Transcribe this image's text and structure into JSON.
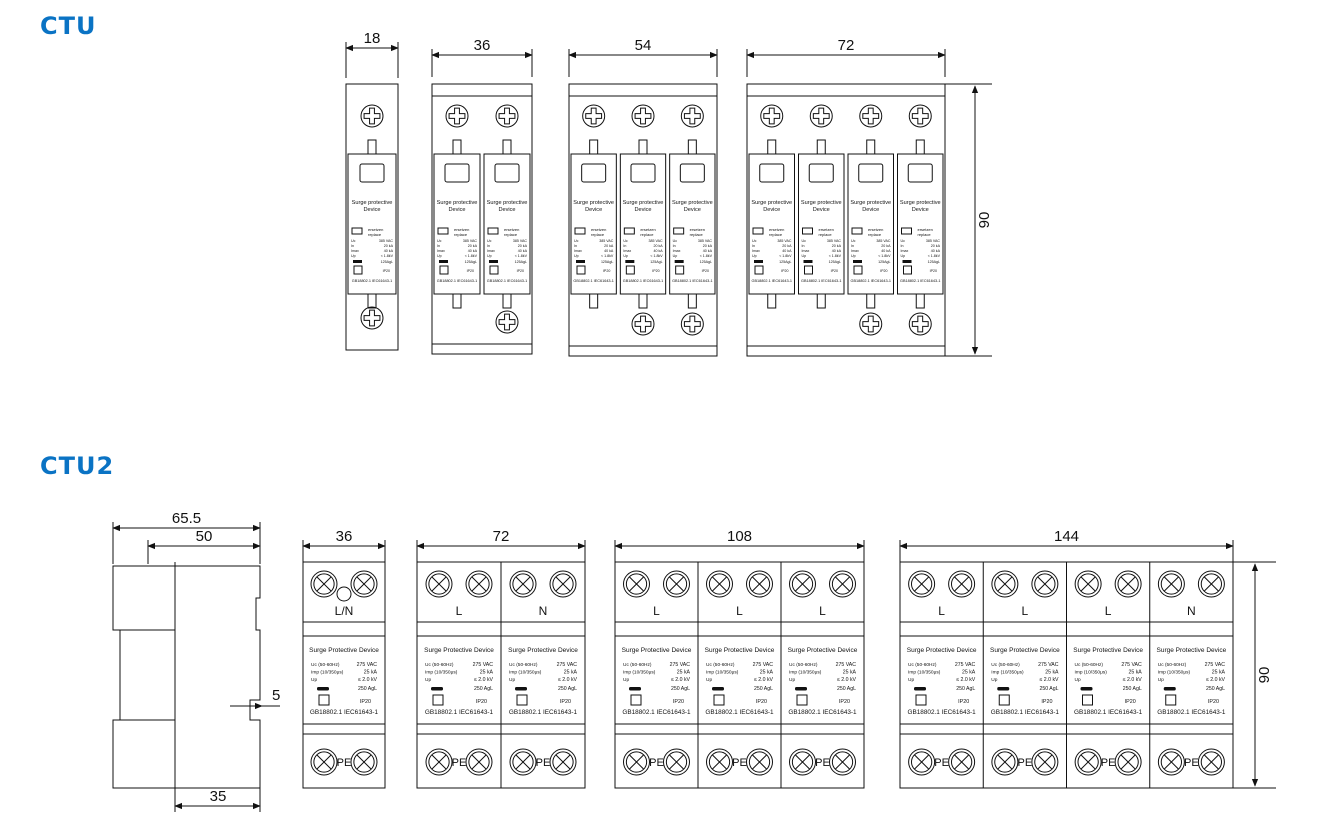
{
  "sections": {
    "ctu": {
      "title": "CTU",
      "dims": {
        "w18": "18",
        "w36": "36",
        "w54": "54",
        "w72": "72",
        "h90": "90"
      },
      "label": {
        "line1": "Surge protective",
        "line2": "Device",
        "replace_a": "ersetzen",
        "replace_b": "replace",
        "uc": "Uc",
        "in": "In",
        "imax": "Imax",
        "up": "Up",
        "v_uc": "385 VAC",
        "v_in": "20 kA",
        "v_imax": "40 kA",
        "v_up": "< 1.8kV",
        "v_fuse": "125AgL",
        "ip": "IP20",
        "std": "GB18802.1 IEC61643-1"
      }
    },
    "ctu2": {
      "title": "CTU2",
      "dims": {
        "w655": "65.5",
        "w50": "50",
        "w35": "35",
        "d5": "5",
        "w36": "36",
        "w72": "72",
        "w108": "108",
        "w144": "144",
        "h90": "90"
      },
      "poles": {
        "ln": "L/N",
        "l": "L",
        "n": "N",
        "pe": "PE"
      },
      "label": {
        "line1": "Surge Protective Device",
        "uc": "Uc (50-60Hz)",
        "imp": "Imp (10/350μs)",
        "up": "Up",
        "v_uc": "275 VAC",
        "v_imp": "25 kA",
        "v_up": "≤ 2.0 kV",
        "v_fuse": "250 AgL",
        "ip": "IP20",
        "std": "GB18802.1 IEC61643-1"
      }
    }
  }
}
